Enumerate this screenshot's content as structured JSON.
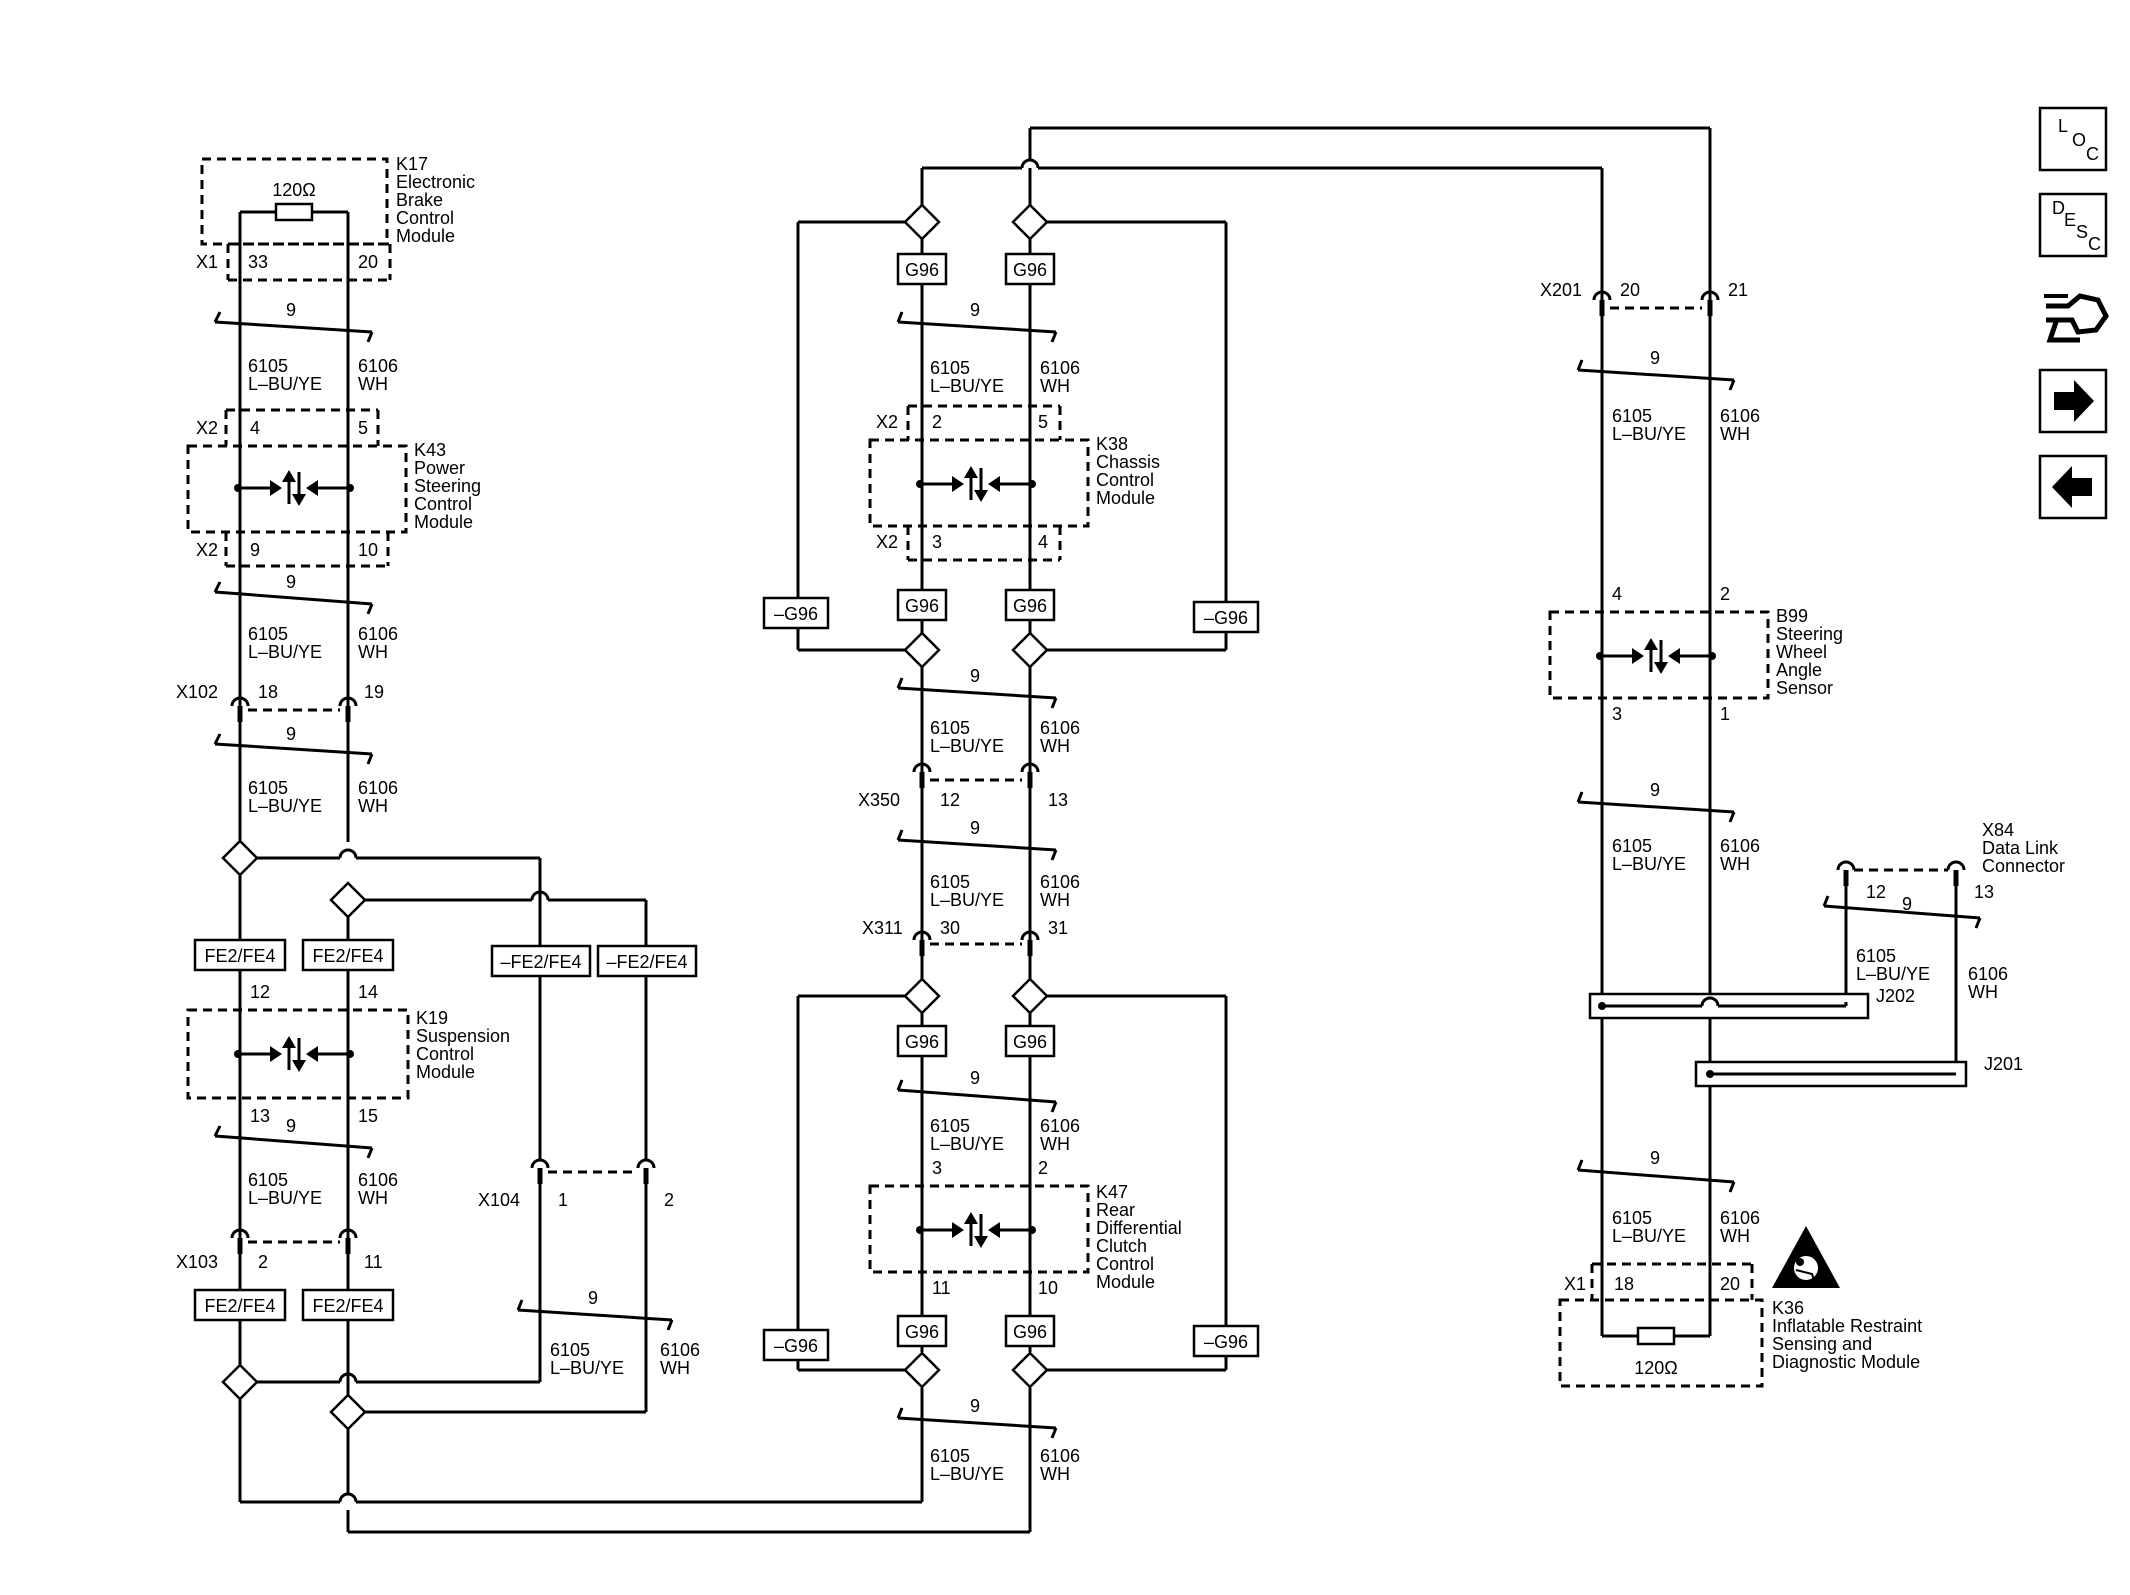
{
  "x": "X1",
  "x2": "X2",
  "w9": "9",
  "w6105": "6105",
  "w6106": "6106",
  "lbuye": "L–BU/YE",
  "wh": "WH",
  "ohm": "120Ω",
  "g96": "G96",
  "ng96": "–G96",
  "fe": "FE2/FE4",
  "nfe": "–FE2/FE4",
  "k17": [
    "K17",
    "Electronic",
    "Brake",
    "Control",
    "Module"
  ],
  "k43": [
    "K43",
    "Power",
    "Steering",
    "Control",
    "Module"
  ],
  "k19": [
    "K19",
    "Suspension",
    "Control",
    "Module"
  ],
  "k38": [
    "K38",
    "Chassis",
    "Control",
    "Module"
  ],
  "k47": [
    "K47",
    "Rear",
    "Differential",
    "Clutch",
    "Control",
    "Module"
  ],
  "b99": [
    "B99",
    "Steering",
    "Wheel",
    "Angle",
    "Sensor"
  ],
  "x84": [
    "X84",
    "Data Link",
    "Connector"
  ],
  "k36": [
    "K36",
    "Inflatable Restraint",
    "Sensing and",
    "Diagnostic Module"
  ],
  "conn": {
    "x102": "X102",
    "x103": "X103",
    "x104": "X104",
    "x350": "X350",
    "x311": "X311",
    "x201": "X201",
    "j202": "J202",
    "j201": "J201"
  },
  "pins": {
    "k17": [
      "33",
      "20"
    ],
    "k43a": [
      "4",
      "5"
    ],
    "k43b": [
      "9",
      "10"
    ],
    "x102": [
      "18",
      "19"
    ],
    "k19a": [
      "12",
      "14"
    ],
    "k19b": [
      "13",
      "15"
    ],
    "x103": [
      "2",
      "11"
    ],
    "x104": [
      "1",
      "2"
    ],
    "k38a": [
      "2",
      "5"
    ],
    "k38b": [
      "3",
      "4"
    ],
    "x350": [
      "12",
      "13"
    ],
    "x311": [
      "30",
      "31"
    ],
    "k47a": [
      "3",
      "2"
    ],
    "k47b": [
      "11",
      "10"
    ],
    "x201": [
      "20",
      "21"
    ],
    "b99a": [
      "4",
      "2"
    ],
    "b99b": [
      "3",
      "1"
    ],
    "x84": [
      "12",
      "13"
    ],
    "k36": [
      "18",
      "20"
    ]
  },
  "nav": {
    "loc": [
      "L",
      "O",
      "C"
    ],
    "desc": [
      "D",
      "E",
      "S",
      "C"
    ],
    "icons": [
      "connector-icon",
      "next-arrow-icon",
      "previous-arrow-icon"
    ]
  }
}
